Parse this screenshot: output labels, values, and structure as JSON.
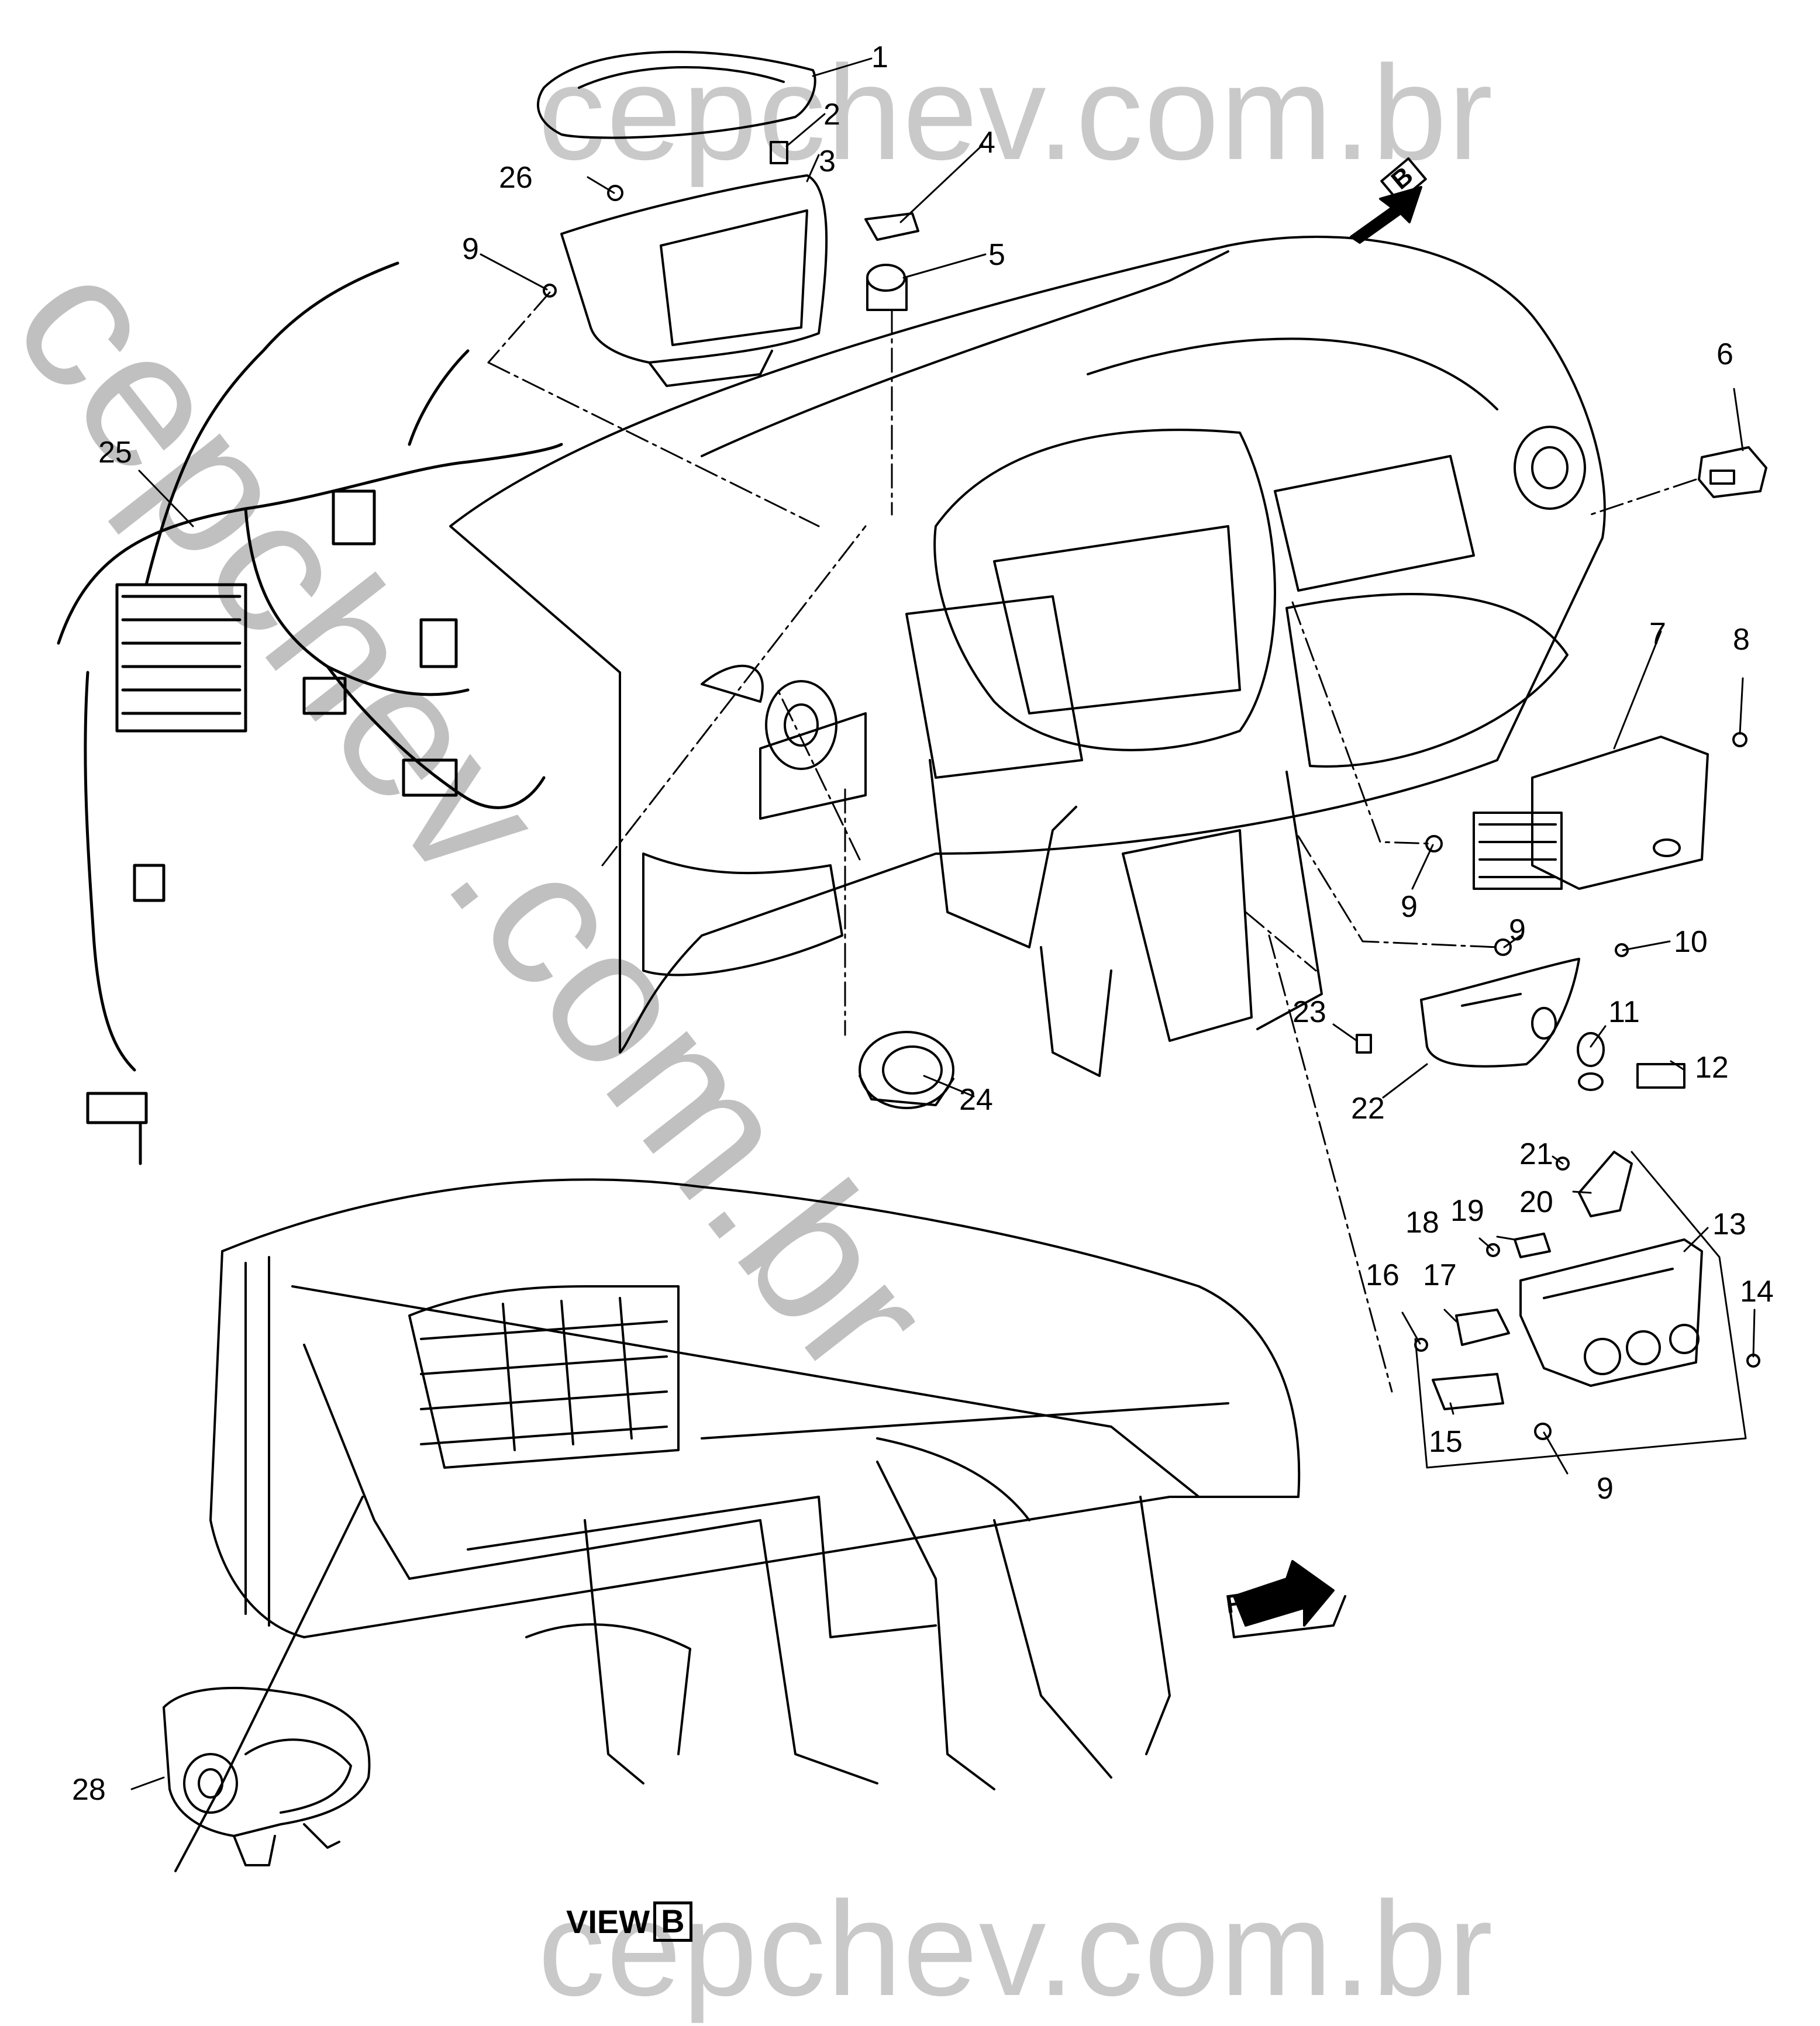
{
  "watermark": {
    "top": "cepchev.com.br",
    "diagonal": "cepchev.com.br",
    "bottom": "cepchev.com.br"
  },
  "callouts": [
    {
      "label": "1"
    },
    {
      "label": "2"
    },
    {
      "label": "3"
    },
    {
      "label": "4"
    },
    {
      "label": "5"
    },
    {
      "label": "26"
    },
    {
      "label": "9"
    },
    {
      "label": "6"
    },
    {
      "label": "25"
    },
    {
      "label": "7"
    },
    {
      "label": "8"
    },
    {
      "label": "9"
    },
    {
      "label": "9"
    },
    {
      "label": "10"
    },
    {
      "label": "23"
    },
    {
      "label": "11"
    },
    {
      "label": "12"
    },
    {
      "label": "22"
    },
    {
      "label": "24"
    },
    {
      "label": "21"
    },
    {
      "label": "20"
    },
    {
      "label": "18"
    },
    {
      "label": "19"
    },
    {
      "label": "13"
    },
    {
      "label": "16"
    },
    {
      "label": "17"
    },
    {
      "label": "14"
    },
    {
      "label": "15"
    },
    {
      "label": "9"
    },
    {
      "label": "28"
    }
  ],
  "view_marker": {
    "letter": "B"
  },
  "view_label": {
    "prefix": "VIEW",
    "letter": "B"
  },
  "frt_label": "FRT"
}
